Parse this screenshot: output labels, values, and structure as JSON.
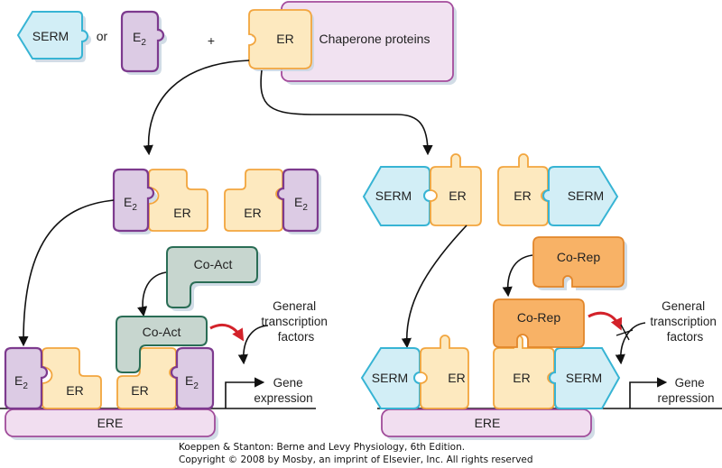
{
  "legend": {
    "serm_label": "SERM",
    "or_label": "or",
    "e2_label": "E",
    "e2_sub": "2",
    "plus_label": "+",
    "er_label": "ER",
    "chaperone_label": "Chaperone proteins"
  },
  "agonist_pathway": {
    "dimer": {
      "left_ligand": "E",
      "left_ligand_sub": "2",
      "left_receptor": "ER",
      "right_receptor": "ER",
      "right_ligand": "E",
      "right_ligand_sub": "2"
    },
    "coactivator_free_label": "Co-Act",
    "coactivator_bound_label": "Co-Act",
    "complex": {
      "left_ligand": "E",
      "left_ligand_sub": "2",
      "left_receptor": "ER",
      "right_receptor": "ER",
      "right_ligand": "E",
      "right_ligand_sub": "2"
    },
    "response_element_label": "ERE",
    "transcription_factors_lines": [
      "General",
      "transcription",
      "factors"
    ],
    "outcome_lines": [
      "Gene",
      "expression"
    ]
  },
  "antagonist_pathway": {
    "dimer": {
      "left_ligand": "SERM",
      "left_receptor": "ER",
      "right_receptor": "ER",
      "right_ligand": "SERM"
    },
    "corepressor_free_label": "Co-Rep",
    "corepressor_bound_label": "Co-Rep",
    "complex": {
      "left_ligand": "SERM",
      "left_receptor": "ER",
      "right_receptor": "ER",
      "right_ligand": "SERM"
    },
    "response_element_label": "ERE",
    "transcription_factors_lines": [
      "General",
      "transcription",
      "factors"
    ],
    "blocked_marker": "blocked",
    "outcome_lines": [
      "Gene",
      "repression"
    ]
  },
  "credit": {
    "line1": "Koeppen & Stanton: Berne and Levy Physiology, 6th Edition.",
    "line2": "Copyright © 2008 by Mosby, an imprint of Elsevier, Inc. All rights reserved"
  },
  "colors": {
    "serm": "#37b4d4",
    "e2": "#7d3a8e",
    "er": "#f2a53e",
    "coactivator": "#2a6d55",
    "corepressor": "#e2862a",
    "chaperone": "#a44b9c",
    "stimulation_arrow": "#d3222a"
  }
}
